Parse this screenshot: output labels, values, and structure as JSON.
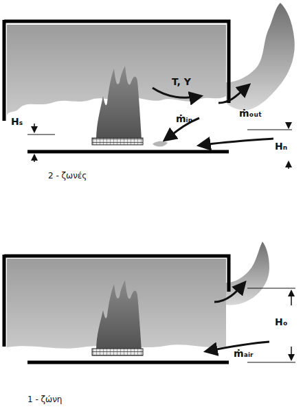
{
  "diagram": {
    "labels": [
      "Hₛ",
      "T, Y",
      "ṁₒᵤₜ",
      "ṁᵢₙ",
      "Hₙ",
      "2 - ζωνές",
      "Hₒ",
      "ṁₐᵢᵣ",
      "1 - ζώνη"
    ]
  }
}
